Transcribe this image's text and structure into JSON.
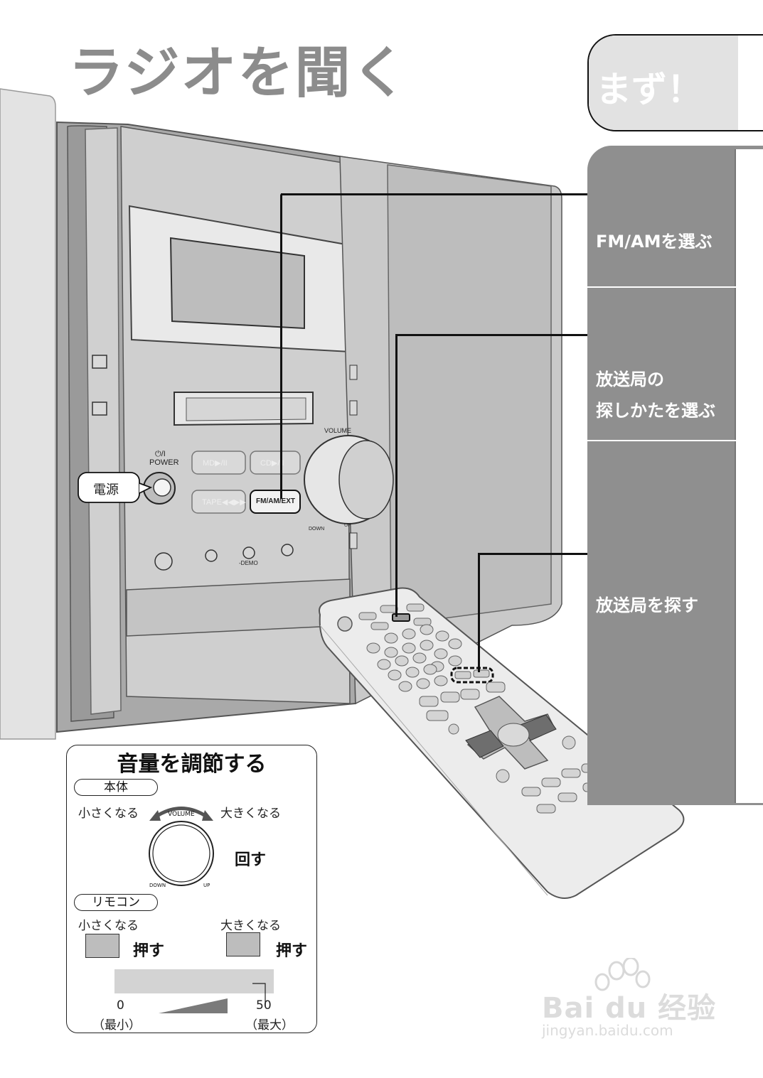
{
  "page_title": "ラジオを聞く",
  "tabs": {
    "first": "まず！",
    "steps": [
      {
        "line1": "FM/AMを選ぶ",
        "line2": ""
      },
      {
        "line1": "放送局の",
        "line2": "探しかたを選ぶ"
      },
      {
        "line1": "放送局を探す",
        "line2": ""
      }
    ]
  },
  "callout": {
    "power": "電源"
  },
  "device": {
    "power_symbol": "⏻/I",
    "power_label": "POWER",
    "volume_label": "VOLUME",
    "down": "DOWN",
    "up": "UP",
    "md_btn": "MD▶/II",
    "cd_btn": "CD▶/II",
    "tape_btn": "TAPE◀◀▶▶",
    "fm_btn": "FM/AM/EXT",
    "demo": "-DEMO"
  },
  "volume_box": {
    "title": "音量を調節する",
    "unit_tag": "本体",
    "smaller": "小さくなる",
    "bigger": "大きくなる",
    "knob_label": "VOLUME",
    "knob_down": "DOWN",
    "knob_up": "UP",
    "turn": "回す",
    "remote_tag": "リモコン",
    "remote_smaller": "小さくなる",
    "remote_bigger": "大きくなる",
    "push_left": "押す",
    "push_right": "押す",
    "min_value": "0",
    "min_label": "（最小）",
    "max_value": "50",
    "max_label": "（最大）"
  },
  "watermark": {
    "brand_text": "Bai du 经验",
    "url": "jingyan.baidu.com"
  },
  "colors": {
    "tab_gray": "#8f8f8f",
    "title_gray": "#8c8c8c",
    "device_gray": "#bfbfbf"
  }
}
